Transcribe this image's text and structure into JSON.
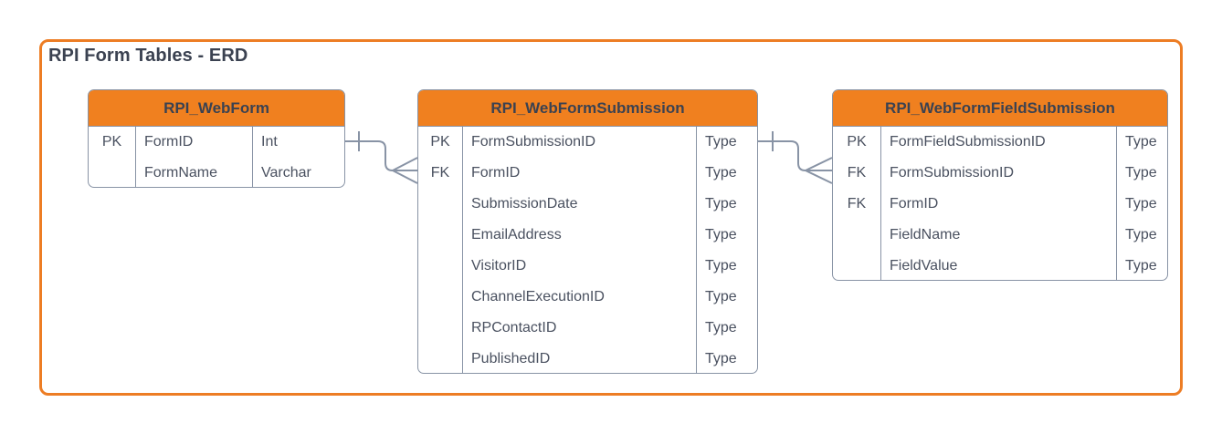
{
  "diagram": {
    "title": "RPI Form Tables - ERD",
    "frame_color": "#ED7D24",
    "header_color": "#F0801F",
    "border_color": "#8893A5",
    "text_color": "#4A5160",
    "title_color": "#3B4251"
  },
  "entities": [
    {
      "name": "RPI_WebForm",
      "attributes": [
        {
          "key": "PK",
          "name": "FormID",
          "type": "Int"
        },
        {
          "key": "",
          "name": "FormName",
          "type": "Varchar"
        }
      ]
    },
    {
      "name": "RPI_WebFormSubmission",
      "attributes": [
        {
          "key": "PK",
          "name": "FormSubmissionID",
          "type": "Type"
        },
        {
          "key": "FK",
          "name": "FormID",
          "type": "Type"
        },
        {
          "key": "",
          "name": "SubmissionDate",
          "type": "Type"
        },
        {
          "key": "",
          "name": "EmailAddress",
          "type": "Type"
        },
        {
          "key": "",
          "name": "VisitorID",
          "type": "Type"
        },
        {
          "key": "",
          "name": "ChannelExecutionID",
          "type": "Type"
        },
        {
          "key": "",
          "name": "RPContactID",
          "type": "Type"
        },
        {
          "key": "",
          "name": "PublishedID",
          "type": "Type"
        }
      ]
    },
    {
      "name": "RPI_WebFormFieldSubmission",
      "attributes": [
        {
          "key": "PK",
          "name": "FormFieldSubmissionID",
          "type": "Type"
        },
        {
          "key": "FK",
          "name": "FormSubmissionID",
          "type": "Type"
        },
        {
          "key": "FK",
          "name": "FormID",
          "type": "Type"
        },
        {
          "key": "",
          "name": "FieldName",
          "type": "Type"
        },
        {
          "key": "",
          "name": "FieldValue",
          "type": "Type"
        }
      ]
    }
  ],
  "relationships": [
    {
      "from": "RPI_WebForm",
      "to": "RPI_WebFormSubmission",
      "from_cardinality": "one",
      "to_cardinality": "many"
    },
    {
      "from": "RPI_WebFormSubmission",
      "to": "RPI_WebFormFieldSubmission",
      "from_cardinality": "one",
      "to_cardinality": "many"
    }
  ]
}
